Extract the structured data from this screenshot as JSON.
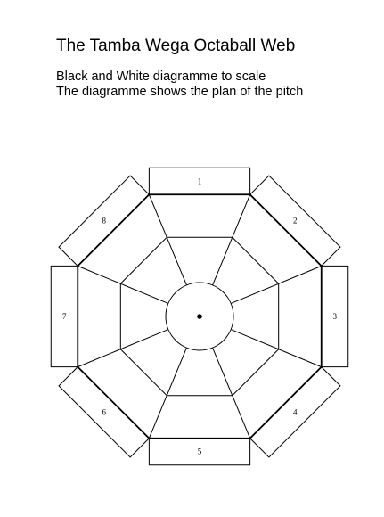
{
  "header": {
    "title": "The Tamba Wega Octaball Web",
    "description_line1": "Black and White diagramme to scale",
    "description_line2": "The diagramme shows the plan of the pitch"
  },
  "pitch": {
    "sides": 8,
    "zones": [
      "1",
      "2",
      "3",
      "4",
      "5",
      "6",
      "7",
      "8"
    ],
    "line_color": "#000000",
    "background": "#ffffff"
  }
}
